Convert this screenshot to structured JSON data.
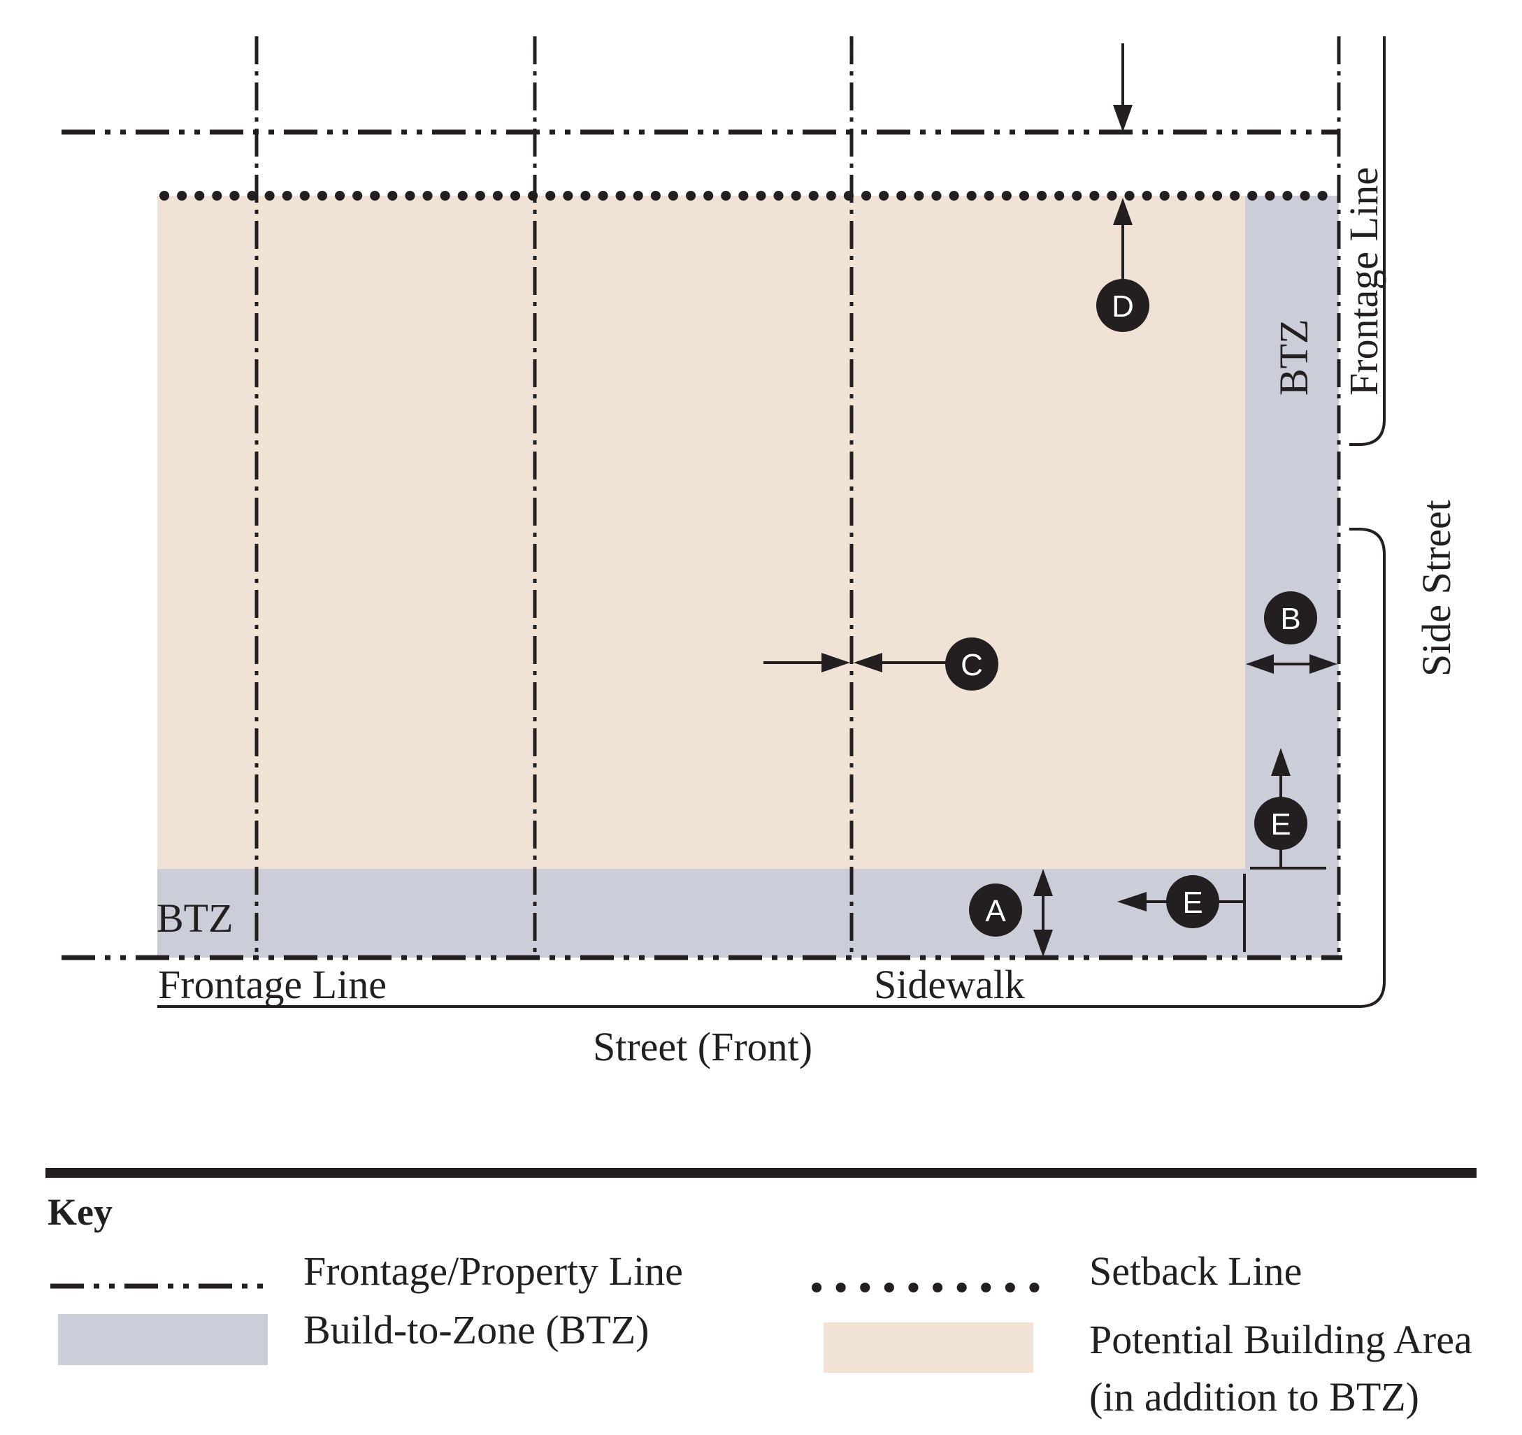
{
  "labels": {
    "frontage_line_top": "Frontage Line",
    "btz_side": "BTZ",
    "side_street": "Side Street",
    "btz_front": "BTZ",
    "frontage_line_bottom": "Frontage Line",
    "sidewalk": "Sidewalk",
    "street_front": "Street (Front)"
  },
  "markers": {
    "a": "A",
    "b": "B",
    "c": "C",
    "d": "D",
    "e1": "E",
    "e2": "E"
  },
  "key": {
    "title": "Key",
    "frontage_property_line": "Frontage/Property Line",
    "build_to_zone": "Build-to-Zone (BTZ)",
    "setback_line": "Setback Line",
    "potential_building_area_1": "Potential Building Area",
    "potential_building_area_2": "(in addition to BTZ)"
  },
  "colors": {
    "building_area": "#f0e2d5",
    "btz": "#cbcdd9",
    "ink": "#231f20"
  }
}
